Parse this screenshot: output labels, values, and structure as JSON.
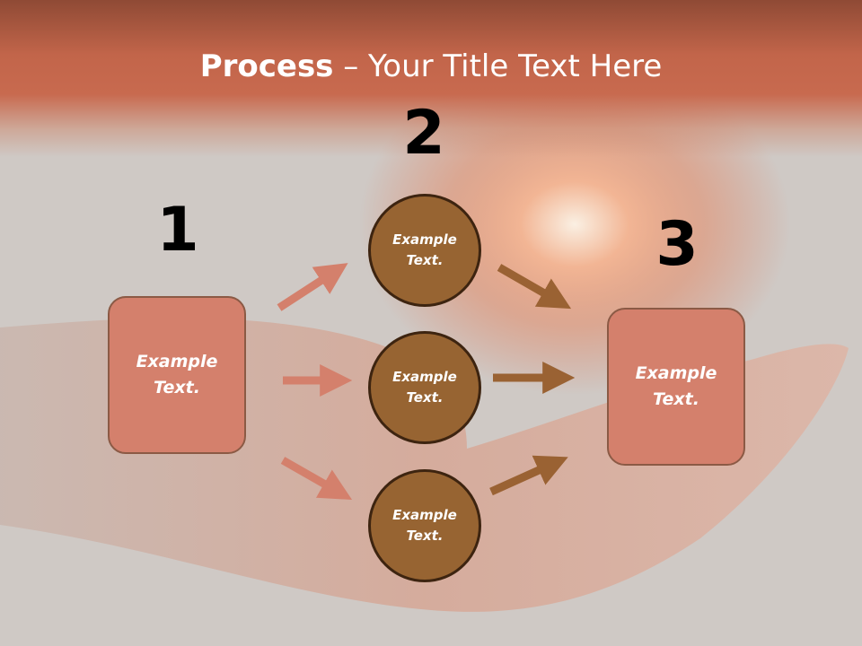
{
  "title": {
    "bold": "Process",
    "rest": " – Your Title Text Here"
  },
  "steps": [
    {
      "number": "1",
      "label": "Example Text."
    },
    {
      "number": "2",
      "labels": [
        "Example Text.",
        "Example Text.",
        "Example Text."
      ]
    },
    {
      "number": "3",
      "label": "Example Text."
    }
  ],
  "colors": {
    "title_band": "#c2654a",
    "box_fill": "#d4806c",
    "circle_fill": "#976432",
    "arrow_light": "#d4806c",
    "arrow_dark": "#9a6233"
  }
}
